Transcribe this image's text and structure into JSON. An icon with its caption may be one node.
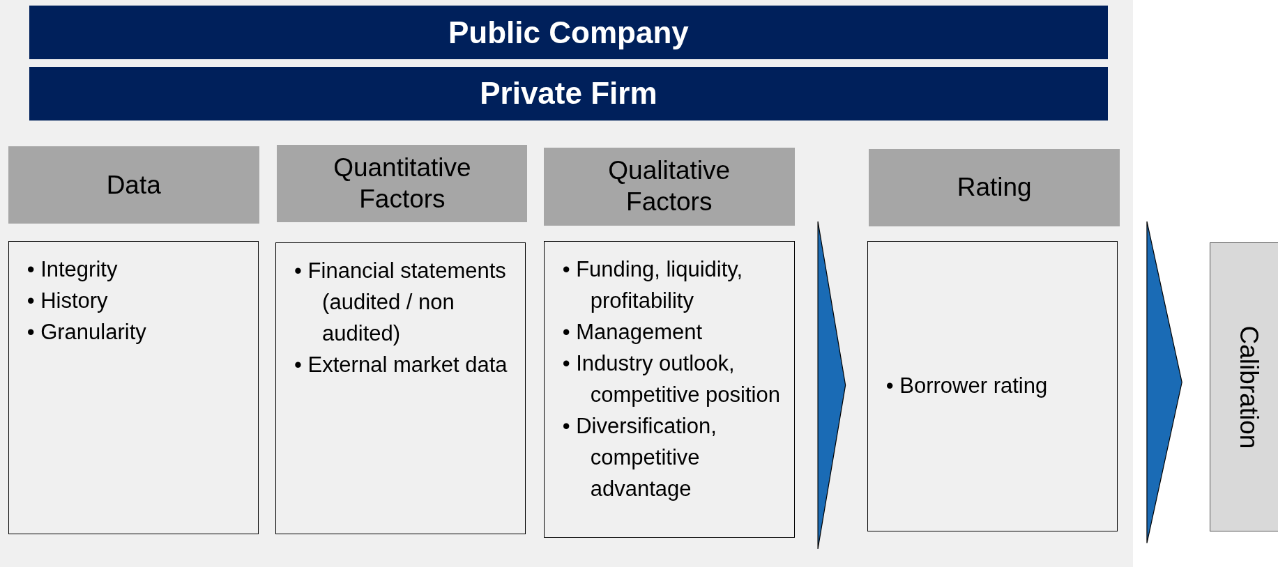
{
  "diagram": {
    "nodes": [
      {
        "text": [
          "Public Company"
        ]
      },
      {
        "text": [
          "Private Firm"
        ]
      },
      {
        "text": [
          "Data"
        ]
      },
      {
        "text": [
          "• Integrity",
          "• History",
          "• Granularity"
        ]
      },
      {
        "text": [
          "Quantitative Factors"
        ]
      },
      {
        "text": [
          "• Financial statements (audited / non audited)",
          "• External market data"
        ]
      },
      {
        "text": [
          "Qualitative Factors"
        ]
      },
      {
        "text": [
          "• Funding, liquidity, profitability",
          "• Management",
          "• Industry outlook, competitive position",
          "• Diversification, competitive advantage"
        ]
      },
      {
        "text": [
          "Rating"
        ]
      },
      {
        "text": [
          "• Borrower rating"
        ]
      },
      {
        "text": [
          "Calibration"
        ]
      }
    ],
    "edges": [
      {
        "from": 7,
        "to": 9,
        "arrow": "to"
      },
      {
        "from": 9,
        "to": 10,
        "arrow": "to"
      }
    ]
  }
}
